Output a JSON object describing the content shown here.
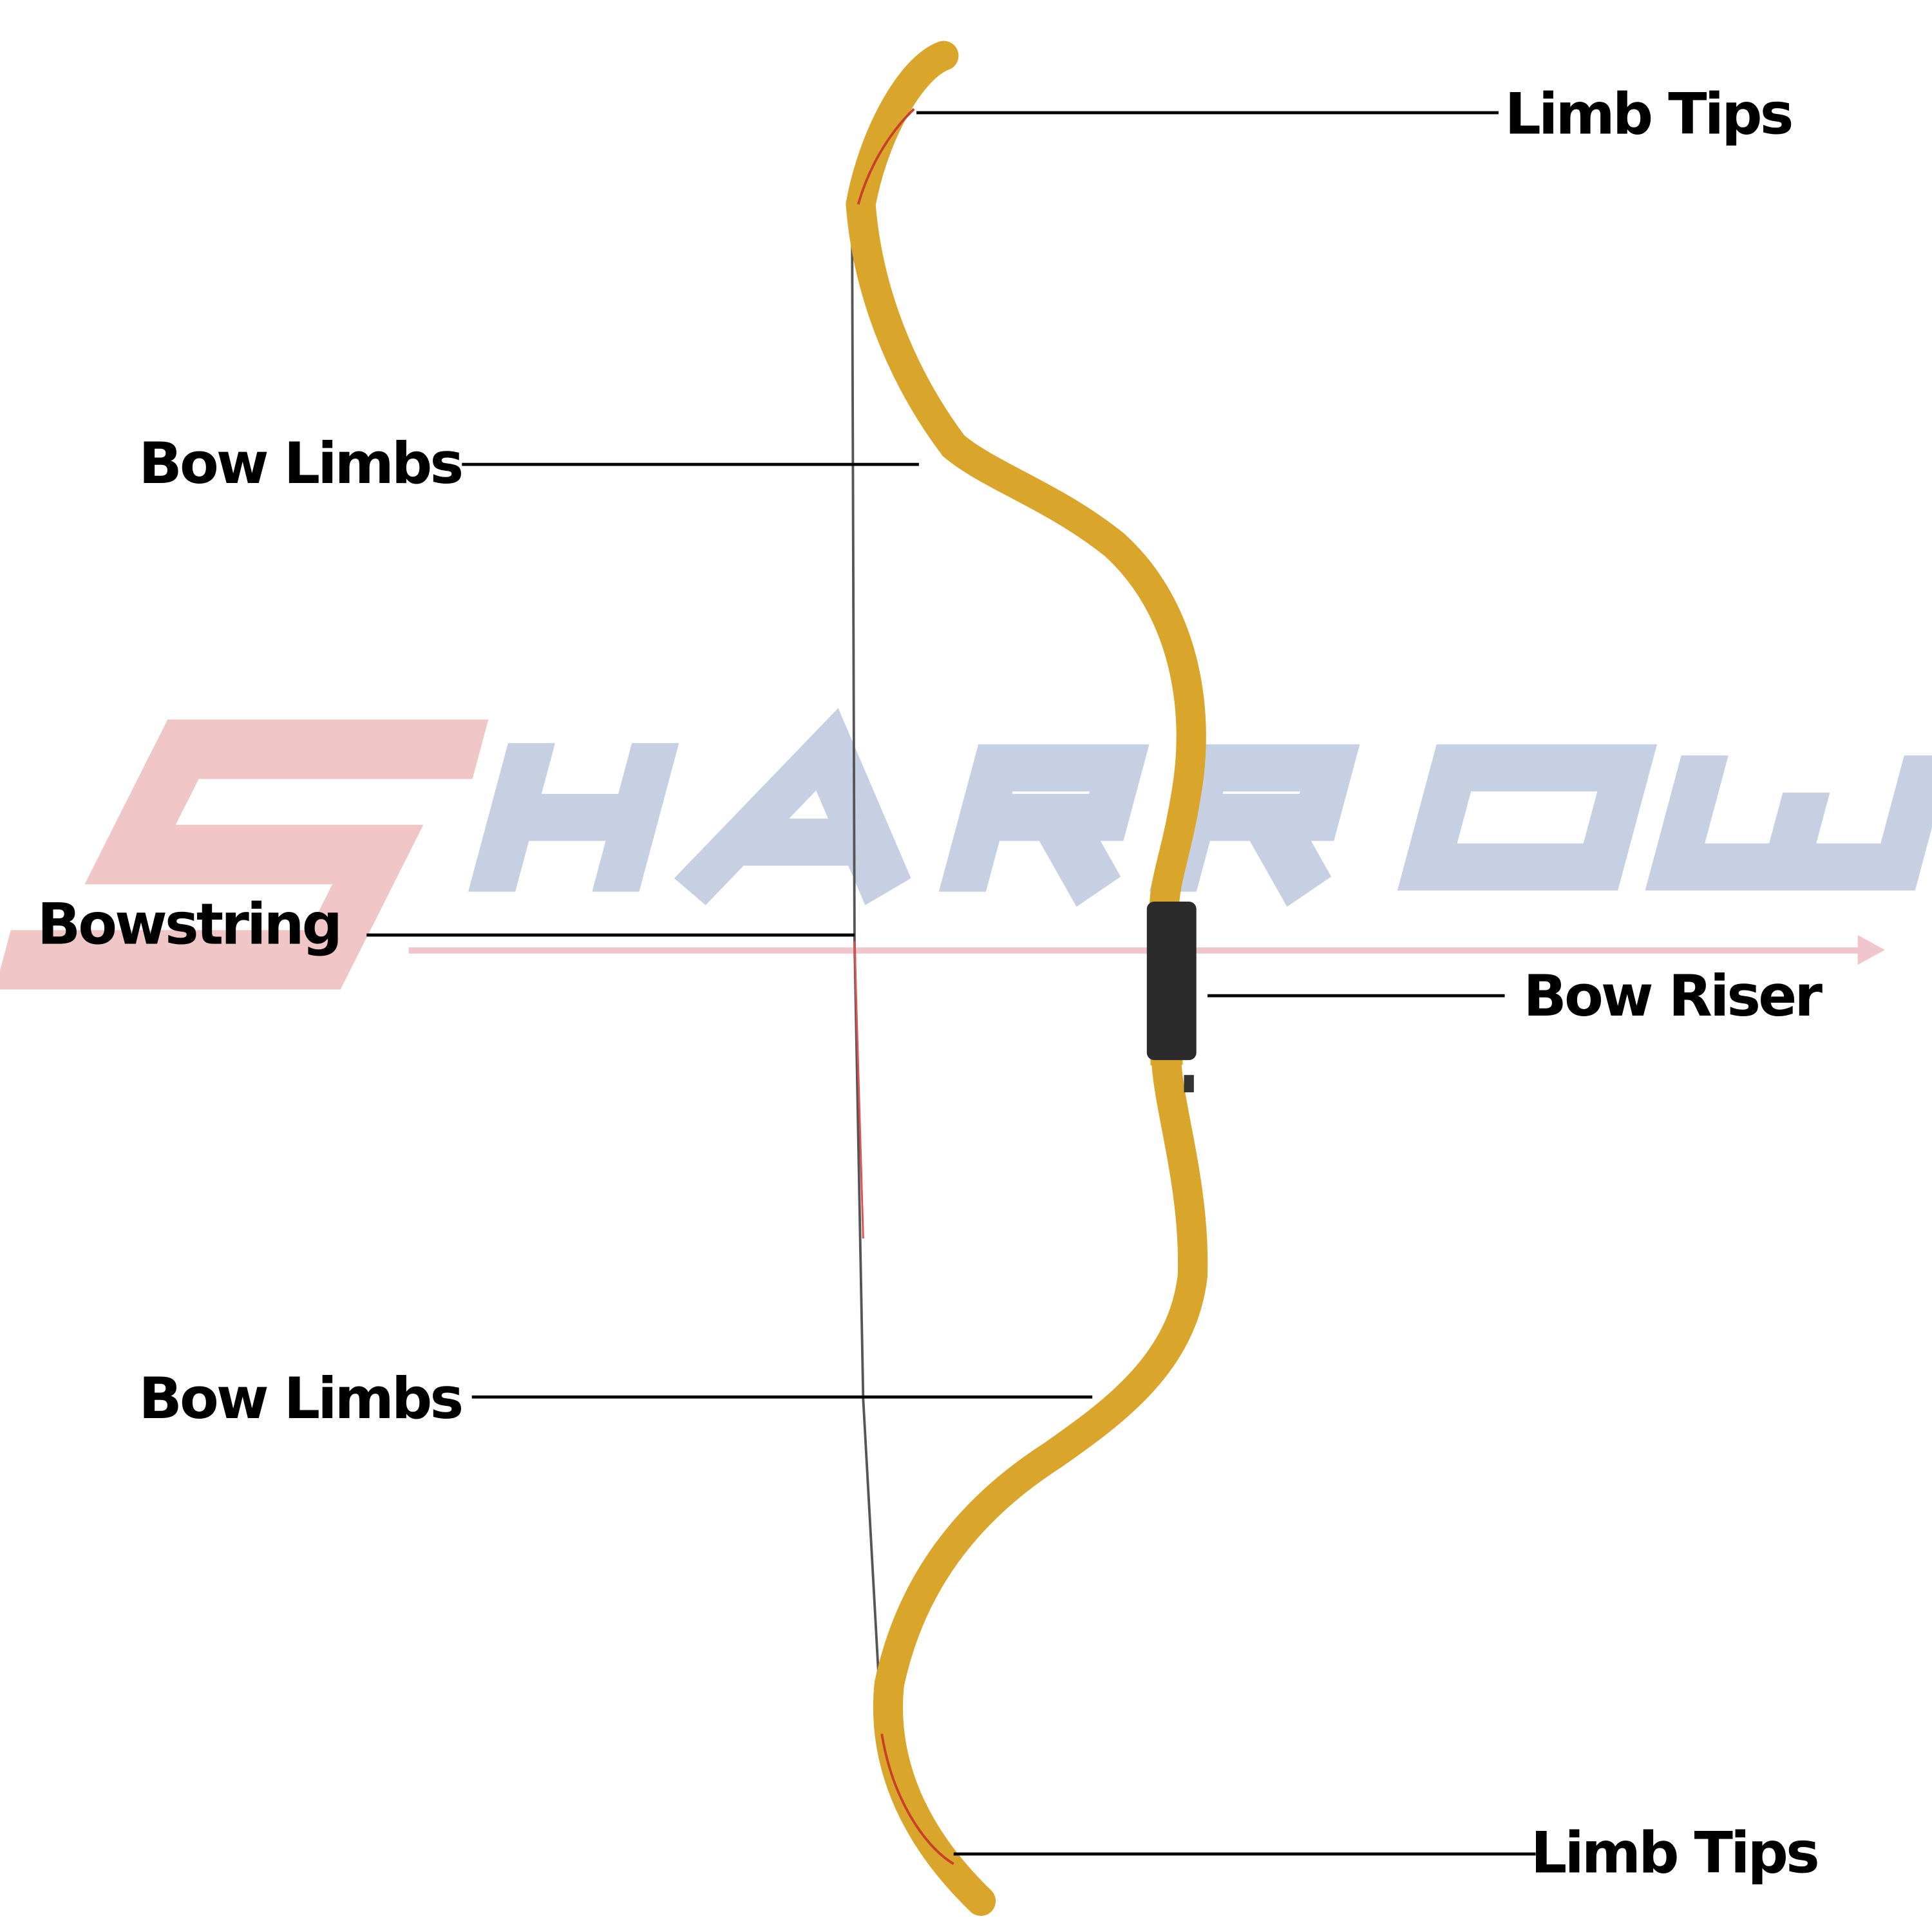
{
  "watermark": {
    "brand": "SHARROW",
    "colors": {
      "s": "#f0c6c6",
      "rest": "#c7d0e2",
      "arrow": "#f0c6cc"
    }
  },
  "labels": {
    "limb_tips_top": "Limb Tips",
    "bow_limbs_top": "Bow Limbs",
    "bowstring": "Bowstring",
    "bow_riser": "Bow Riser",
    "bow_limbs_bottom": "Bow Limbs",
    "limb_tips_bottom": "Limb Tips"
  },
  "colors": {
    "limb": "#d9a52a",
    "limb_edge": "#b8861a",
    "riser_grip": "#2b2b2b",
    "string": "#555555"
  }
}
